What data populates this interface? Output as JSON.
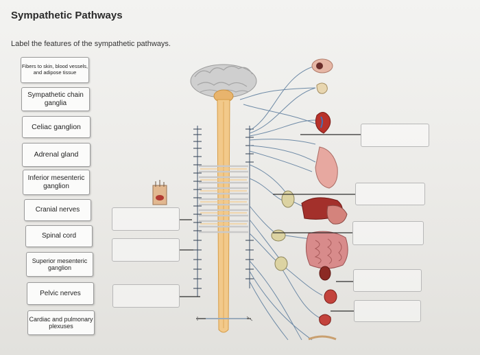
{
  "page": {
    "title": "Sympathetic Pathways",
    "instruction": "Label the features of the sympathetic pathways."
  },
  "labels": [
    {
      "text": "Fibers to skin, blood vessels, and adipose tissue"
    },
    {
      "text": "Sympathetic chain ganglia"
    },
    {
      "text": "Celiac ganglion"
    },
    {
      "text": "Adrenal gland"
    },
    {
      "text": "Inferior mesenteric ganglion"
    },
    {
      "text": "Cranial nerves"
    },
    {
      "text": "Spinal cord"
    },
    {
      "text": "Superior mesenteric ganglion"
    },
    {
      "text": "Pelvic nerves"
    },
    {
      "text": "Cardiac and pulmonary plexuses"
    }
  ],
  "colors": {
    "spinal_cord": "#f2c98a",
    "nerve_blue": "#6e8aa6",
    "brain": "#c9c9c9",
    "organ_red": "#b8322b"
  }
}
